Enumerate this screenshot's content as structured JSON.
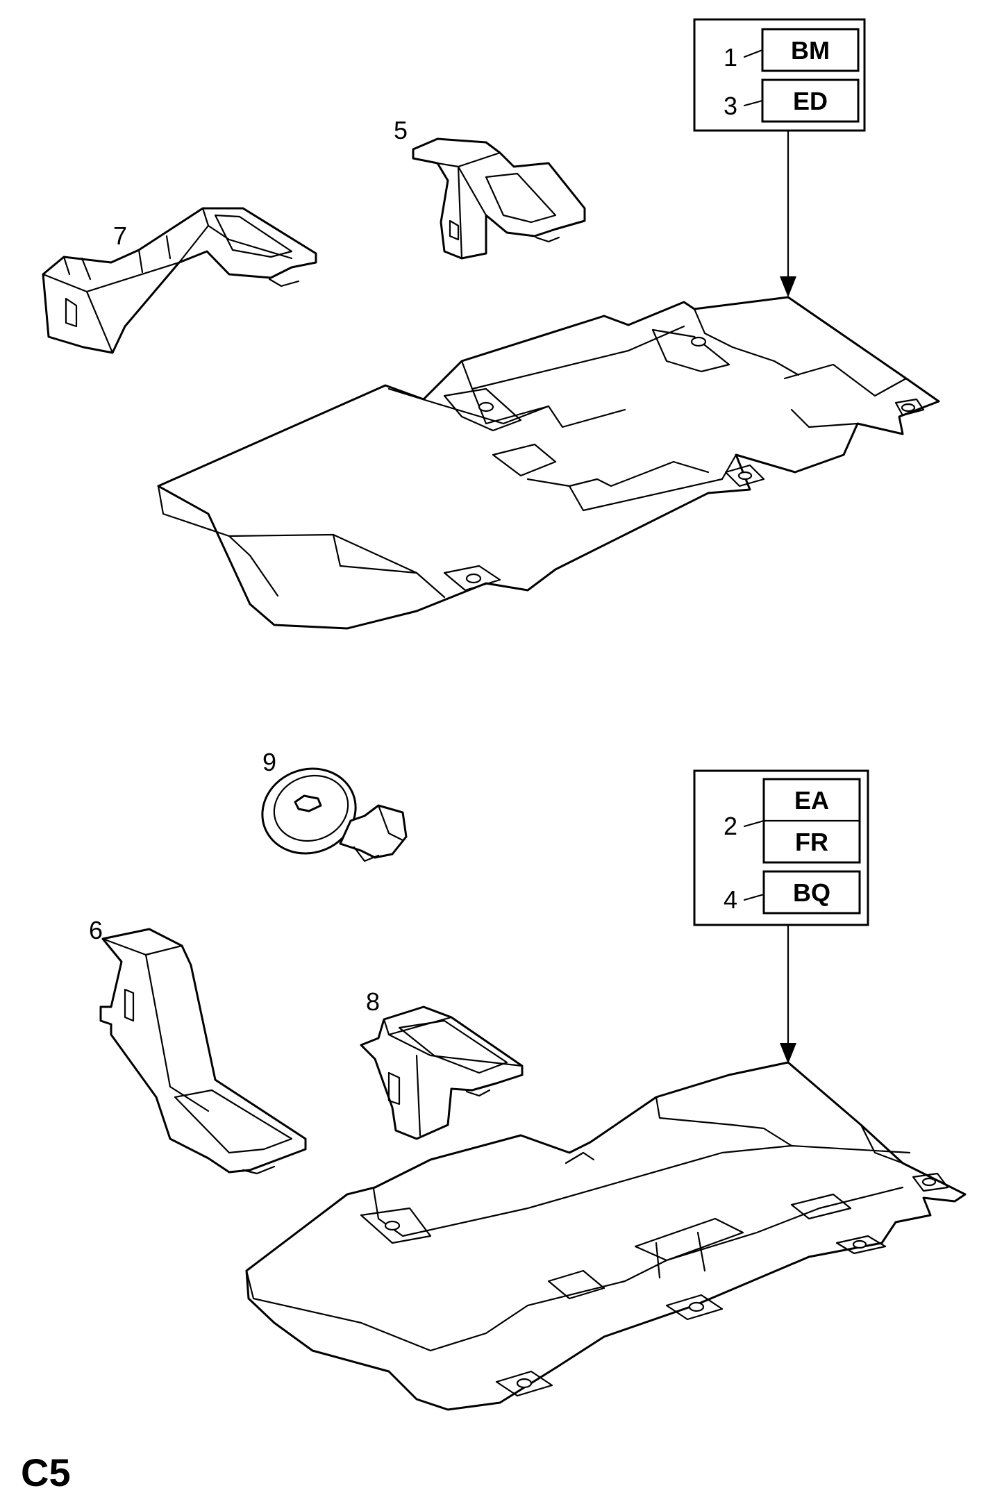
{
  "page_label": "C5",
  "legend_top": {
    "rows": [
      {
        "number": "1",
        "code": "BM"
      },
      {
        "number": "3",
        "code": "ED"
      }
    ]
  },
  "legend_bottom": {
    "group_number": "2",
    "group_codes": [
      "EA",
      "FR"
    ],
    "rows": [
      {
        "number": "4",
        "code": "BQ"
      }
    ]
  },
  "parts": {
    "part_5": "5",
    "part_6": "6",
    "part_7": "7",
    "part_8": "8",
    "part_9": "9"
  },
  "colors": {
    "line": "#000000",
    "background": "#ffffff"
  }
}
